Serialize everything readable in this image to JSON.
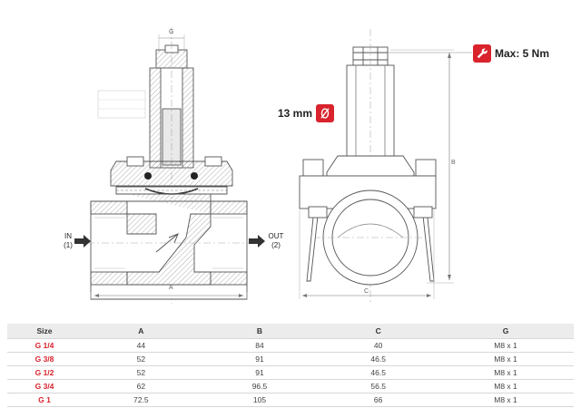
{
  "labels": {
    "dim_g": "G",
    "dim_a": "A",
    "dim_b": "B",
    "dim_c": "C",
    "in_label": "IN",
    "in_number": "(1)",
    "out_label": "OUT",
    "out_number": "(2)",
    "torque": "Max: 5 Nm",
    "nut_size": "13 mm"
  },
  "icons": {
    "torque": "wrench-icon",
    "diameter": "diameter-icon",
    "flow": "arrow-right-icon"
  },
  "colors": {
    "accent": "#d9232d",
    "line": "#555555",
    "header_bg": "#ececec"
  },
  "table": {
    "headers": [
      "Size",
      "A",
      "B",
      "C",
      "G"
    ],
    "rows": [
      [
        "G 1/4",
        "44",
        "84",
        "40",
        "M8 x 1"
      ],
      [
        "G 3/8",
        "52",
        "91",
        "46.5",
        "M8 x 1"
      ],
      [
        "G 1/2",
        "52",
        "91",
        "46.5",
        "M8 x 1"
      ],
      [
        "G 3/4",
        "62",
        "96.5",
        "56.5",
        "M8 x 1"
      ],
      [
        "G 1",
        "72.5",
        "105",
        "66",
        "M8 x 1"
      ]
    ]
  }
}
